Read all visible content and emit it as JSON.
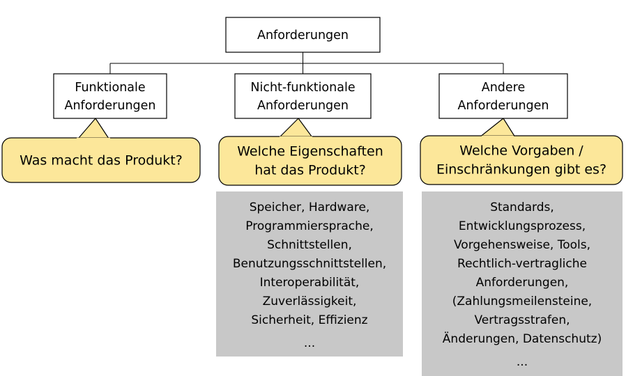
{
  "diagram": {
    "title": "Anforderungen",
    "type": "tree-with-callouts",
    "colors": {
      "callout_fill": "#fce79a",
      "panel_fill": "#c8c8c8",
      "node_fill": "#ffffff",
      "stroke": "#000000"
    },
    "root": {
      "label": "Anforderungen"
    },
    "branches": [
      {
        "id": "funktionale",
        "node_lines": [
          "Funktionale",
          "Anforderungen"
        ],
        "callout_lines": [
          "Was macht das Produkt?"
        ],
        "panel_lines": []
      },
      {
        "id": "nicht-funktionale",
        "node_lines": [
          "Nicht-funktionale",
          "Anforderungen"
        ],
        "callout_lines": [
          "Welche Eigenschaften",
          "hat das Produkt?"
        ],
        "panel_lines": [
          "Speicher, Hardware,",
          "Programmiersprache,",
          "Schnittstellen,",
          "Benutzungsschnittstellen,",
          "Interoperabilität,",
          "Zuverlässigkeit,",
          "Sicherheit, Effizienz",
          "",
          "..."
        ]
      },
      {
        "id": "andere",
        "node_lines": [
          "Andere",
          "Anforderungen"
        ],
        "callout_lines": [
          "Welche Vorgaben /",
          "Einschränkungen gibt es?"
        ],
        "panel_lines": [
          "Standards,",
          "Entwicklungsprozess,",
          "Vorgehensweise, Tools,",
          "Rechtlich-vertragliche",
          "Anforderungen,",
          "(Zahlungsmeilensteine,",
          "Vertragsstrafen,",
          "Änderungen, Datenschutz)",
          "",
          "..."
        ]
      }
    ]
  }
}
